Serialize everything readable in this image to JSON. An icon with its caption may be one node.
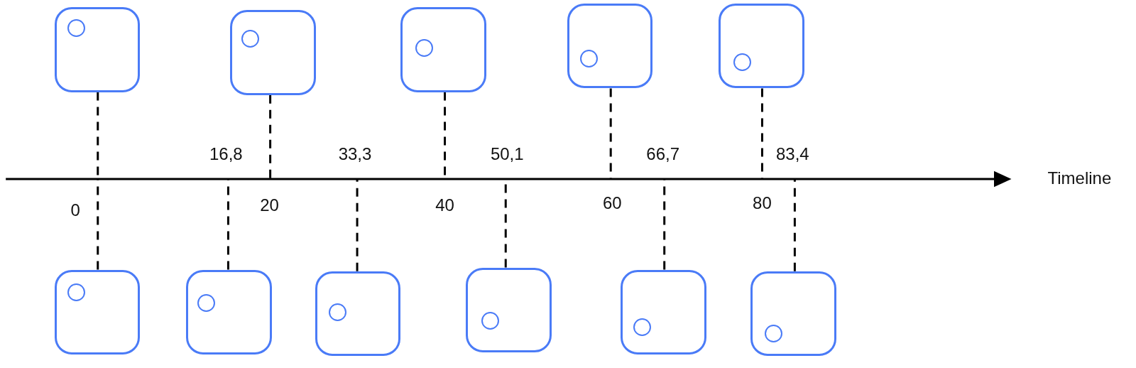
{
  "diagram": {
    "nodes": [
      {
        "text": [],
        "shape": "box"
      },
      {
        "text": [],
        "shape": "box"
      },
      {
        "text": [],
        "shape": "box"
      },
      {
        "text": [],
        "shape": "box"
      },
      {
        "text": [],
        "shape": "box"
      },
      {
        "text": [],
        "shape": "box"
      },
      {
        "text": [],
        "shape": "box"
      },
      {
        "text": [],
        "shape": "box"
      },
      {
        "text": [],
        "shape": "box"
      },
      {
        "text": [],
        "shape": "box"
      },
      {
        "text": [],
        "shape": "box"
      }
    ],
    "edges": [
      {
        "from": 0,
        "to": null,
        "arrow": "none",
        "style": "dashed"
      },
      {
        "from": 1,
        "to": null,
        "arrow": "none",
        "style": "dashed"
      },
      {
        "from": 2,
        "to": null,
        "arrow": "none",
        "style": "dashed"
      },
      {
        "from": 3,
        "to": null,
        "arrow": "none",
        "style": "dashed"
      },
      {
        "from": 4,
        "to": null,
        "arrow": "none",
        "style": "dashed"
      },
      {
        "from": 5,
        "to": null,
        "arrow": "none",
        "style": "dashed"
      },
      {
        "from": 6,
        "to": null,
        "arrow": "none",
        "style": "dashed"
      },
      {
        "from": 7,
        "to": null,
        "arrow": "none",
        "style": "dashed"
      },
      {
        "from": 8,
        "to": null,
        "arrow": "none",
        "style": "dashed"
      },
      {
        "from": 9,
        "to": null,
        "arrow": "none",
        "style": "dashed"
      },
      {
        "from": 10,
        "to": null,
        "arrow": "none",
        "style": "dashed"
      }
    ],
    "labels": [
      "16,8",
      "33,3",
      "50,1",
      "66,7",
      "83,4",
      "Timeline",
      "0",
      "20",
      "40",
      "60",
      "80"
    ]
  }
}
